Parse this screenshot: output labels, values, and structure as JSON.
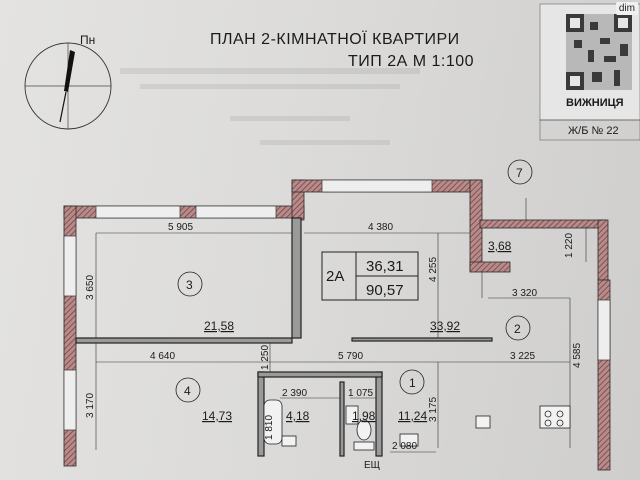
{
  "header": {
    "north_label": "Пн",
    "title_line1": "ПЛАН 2-КІМНАТНОЇ КВАРТИРИ",
    "title_line2": "ТИП 2А   М 1:100",
    "city_label": "ВИЖНИЦЯ",
    "building_label": "Ж/Б № 22"
  },
  "watermark": "dim",
  "plan": {
    "apartment_type": "2А",
    "living_area": "36,31",
    "total_area": "90,57",
    "room_numbers": [
      "1",
      "2",
      "3",
      "4",
      "7"
    ],
    "room_areas": {
      "room3": "21,58",
      "room2": "33,92",
      "room4": "14,73",
      "bathroom": "4,18",
      "wc": "1,98",
      "room1": "11,24",
      "balcony": "3,68"
    },
    "dimensions": {
      "d5905": "5 905",
      "d4380": "4 380",
      "d1220": "1 220",
      "d3650": "3 650",
      "d4255": "4 255",
      "d3320": "3 320",
      "d4640": "4 640",
      "d5790": "5 790",
      "d3225": "3 225",
      "d1250": "1 250",
      "d4585": "4 585",
      "d3170": "3 170",
      "d3175": "3 175",
      "d2390": "2 390",
      "d1075": "1 075",
      "d1810": "1 810",
      "d2080": "2 080"
    },
    "meter_label": "ЕЩ"
  }
}
